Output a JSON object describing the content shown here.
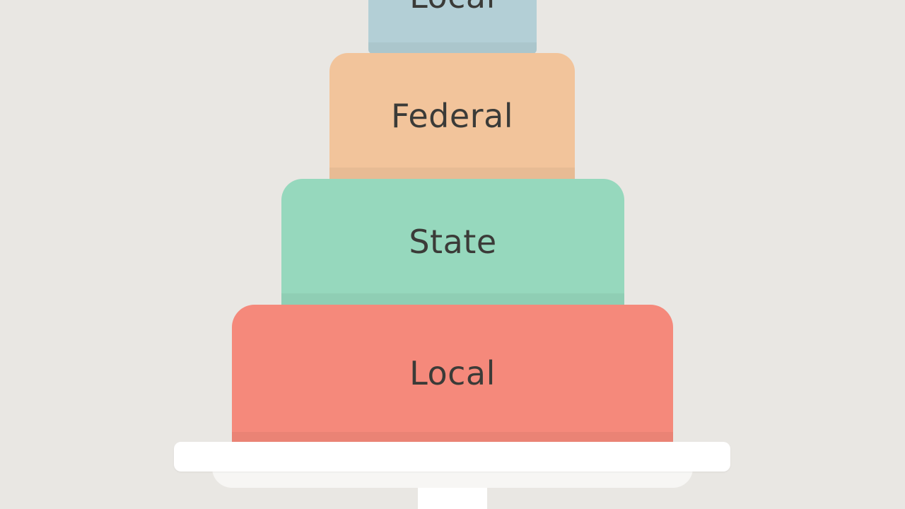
{
  "diagram": {
    "tiers": [
      {
        "label": "Local",
        "color": "#b3cfd6"
      },
      {
        "label": "Federal",
        "color": "#f2c49b"
      },
      {
        "label": "State",
        "color": "#96d8bd"
      },
      {
        "label": "Local",
        "color": "#f5897b"
      }
    ],
    "background_color": "#e9e7e3",
    "stand_color": "#ffffff"
  }
}
